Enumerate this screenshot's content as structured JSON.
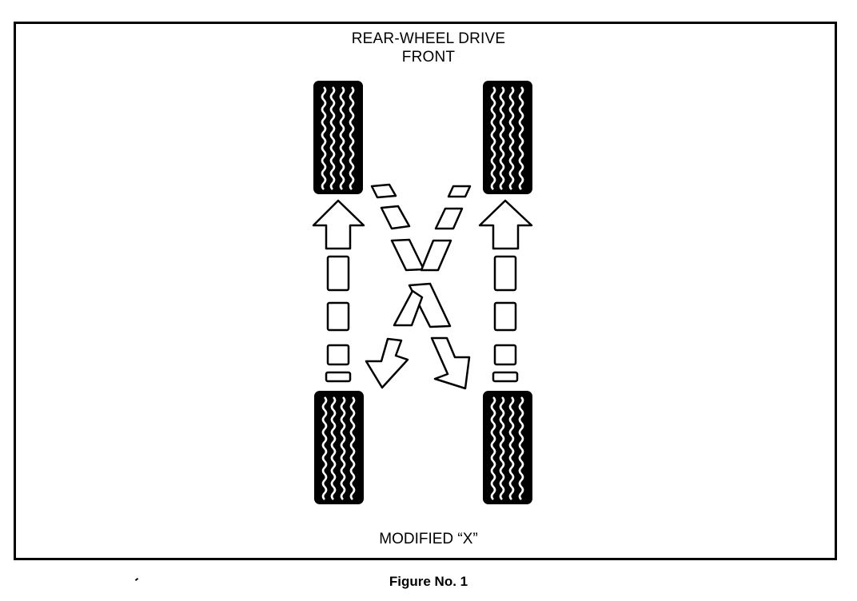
{
  "figure": {
    "title_line1": "REAR-WHEEL DRIVE",
    "title_line2": "FRONT",
    "pattern_label": "MODIFIED “X”",
    "caption": "Figure No. 1"
  },
  "tires": [
    {
      "position": "front-left"
    },
    {
      "position": "front-right"
    },
    {
      "position": "rear-left"
    },
    {
      "position": "rear-right"
    }
  ],
  "rotation_moves": [
    {
      "from": "rear-left",
      "to": "front-left",
      "path": "straight"
    },
    {
      "from": "rear-right",
      "to": "front-right",
      "path": "straight"
    },
    {
      "from": "front-right",
      "to": "rear-left",
      "path": "diagonal"
    },
    {
      "from": "front-left",
      "to": "rear-right",
      "path": "diagonal"
    }
  ],
  "colors": {
    "ink": "#000000",
    "paper": "#ffffff"
  }
}
